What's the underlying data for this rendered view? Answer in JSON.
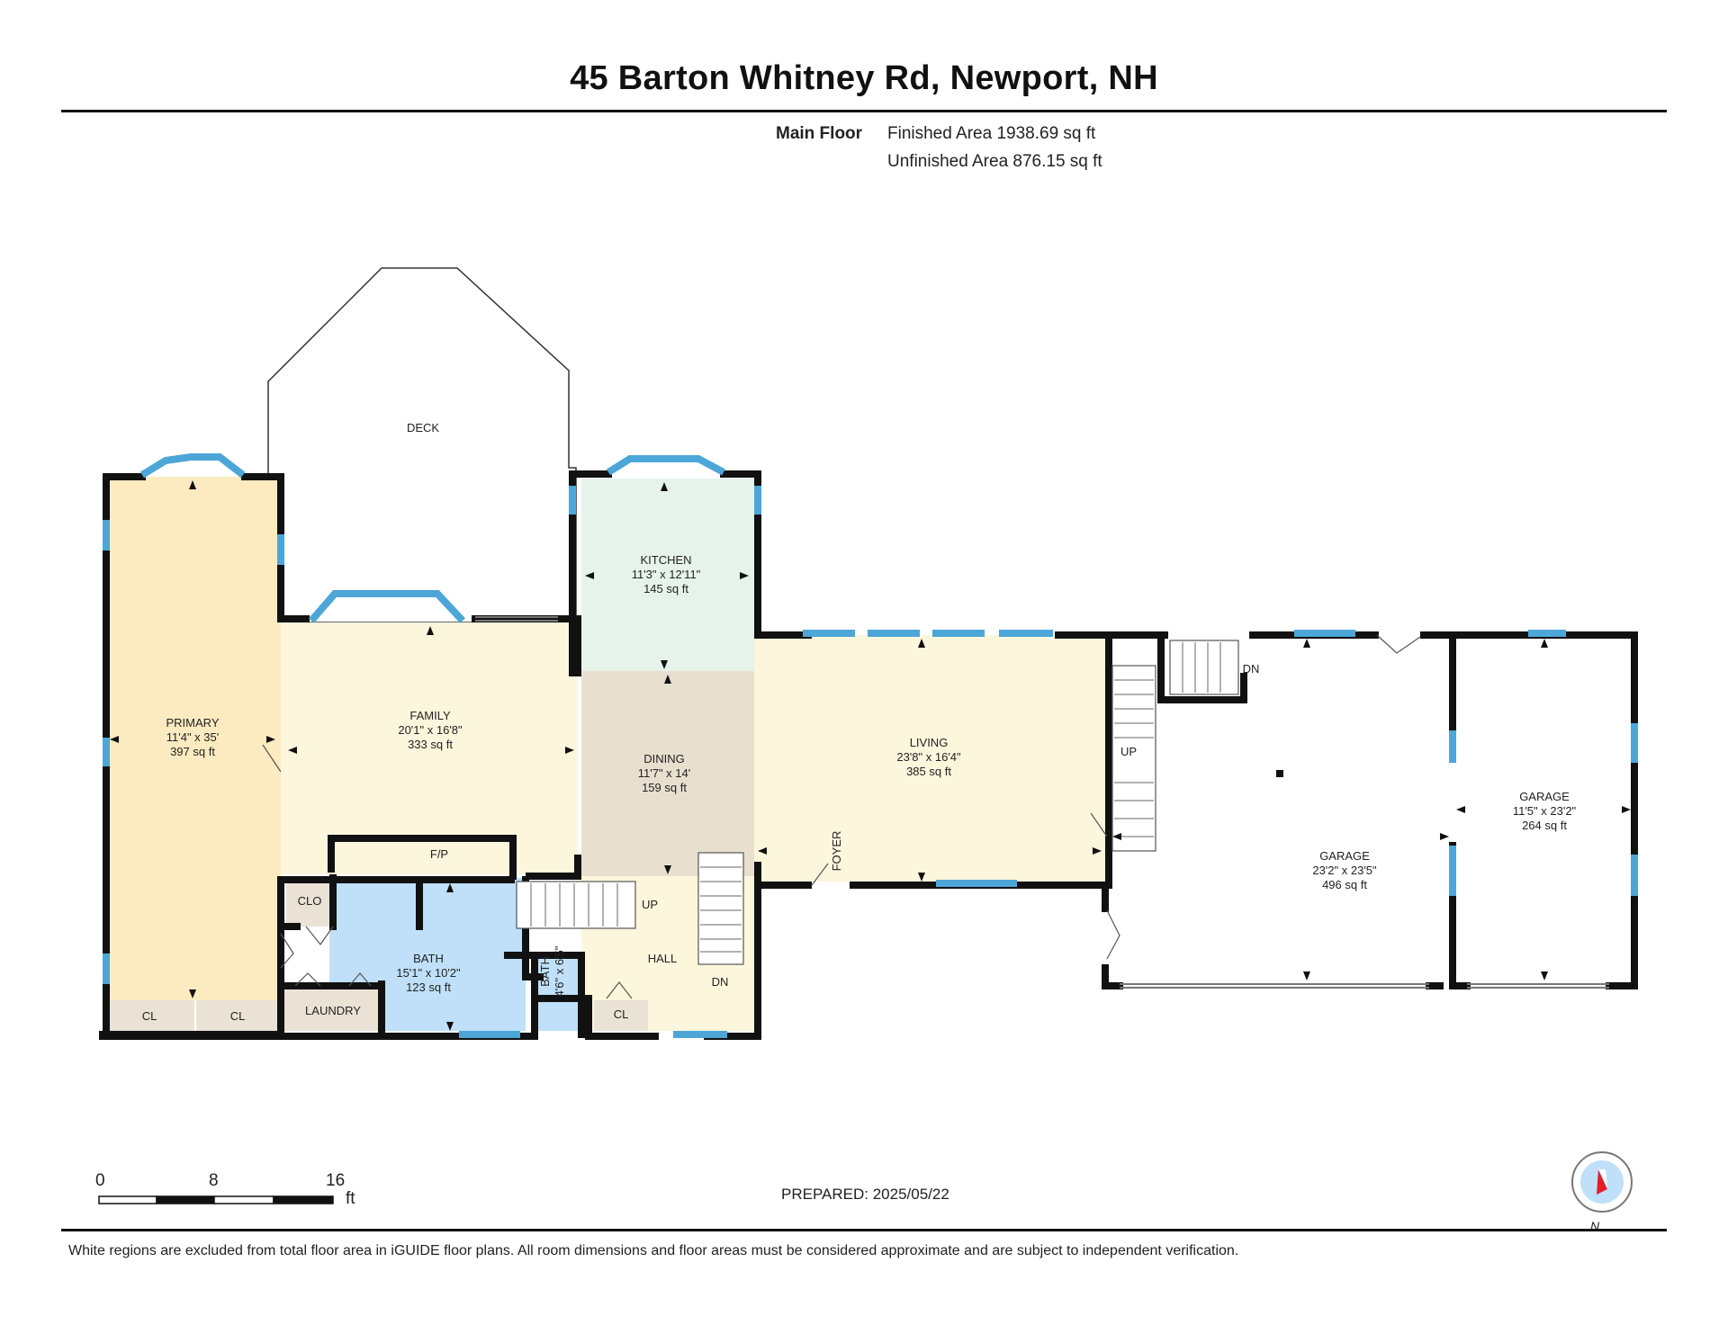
{
  "header": {
    "title": "45 Barton Whitney Rd, Newport, NH",
    "floor_label": "Main Floor",
    "finished_area": "Finished Area 1938.69 sq ft",
    "unfinished_area": "Unfinished Area 876.15 sq ft"
  },
  "rooms": {
    "deck": {
      "name": "DECK"
    },
    "kitchen": {
      "name": "KITCHEN",
      "dims": "11'3\" x 12'11\"",
      "area": "145 sq ft"
    },
    "primary": {
      "name": "PRIMARY",
      "dims": "11'4\" x 35'",
      "area": "397 sq ft"
    },
    "family": {
      "name": "FAMILY",
      "dims": "20'1\" x 16'8\"",
      "area": "333 sq ft"
    },
    "dining": {
      "name": "DINING",
      "dims": "11'7\" x 14'",
      "area": "159 sq ft"
    },
    "living": {
      "name": "LIVING",
      "dims": "23'8\" x 16'4\"",
      "area": "385 sq ft"
    },
    "garage_main": {
      "name": "GARAGE",
      "dims": "23'2\" x 23'5\"",
      "area": "496 sq ft"
    },
    "garage_side": {
      "name": "GARAGE",
      "dims": "11'5\" x 23'2\"",
      "area": "264 sq ft"
    },
    "bath_main": {
      "name": "BATH",
      "dims": "15'1\" x 10'2\"",
      "area": "123 sq ft"
    },
    "bath_small": {
      "name": "BATH",
      "dims": "4'6\" x 6'5\""
    },
    "hall": {
      "name": "HALL"
    },
    "laundry": {
      "name": "LAUNDRY"
    },
    "clo": {
      "name": "CLO"
    },
    "cl": {
      "name": "CL"
    },
    "fp": {
      "name": "F/P"
    },
    "foyer": {
      "name": "FOYER"
    },
    "up": {
      "name": "UP"
    },
    "dn": {
      "name": "DN"
    }
  },
  "scale": {
    "tick0": "0",
    "tick1": "8",
    "tick2": "16",
    "unit": "ft"
  },
  "compass": {
    "label": "N"
  },
  "prepared": "PREPARED: 2025/05/22",
  "footer": "White regions are excluded from total floor area in iGUIDE floor plans. All room dimensions and floor areas must be considered approximate and are subject to independent verification.",
  "colors": {
    "primary_fill": "#FCEBC0",
    "family_fill": "#FCF6DD",
    "kitchen_fill": "#E6F3EA",
    "dining_fill": "#E8DFCF",
    "bath_fill": "#BFE0F8",
    "closet_fill": "#E9E2D5",
    "window": "#4DA6D8",
    "wall": "#111111"
  }
}
